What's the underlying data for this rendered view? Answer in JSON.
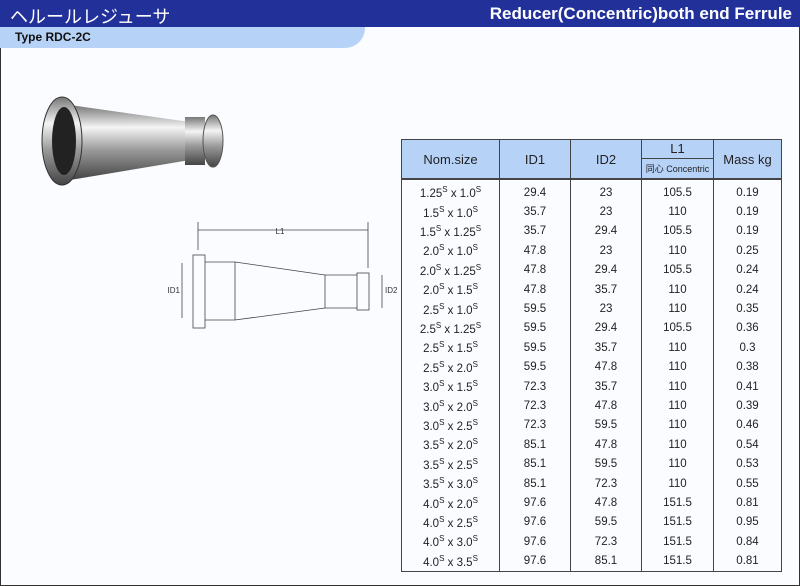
{
  "header": {
    "title_jp": "ヘルールレジューサ",
    "title_en": "Reducer(Concentric)both end Ferrule",
    "type": "Type RDC-2C"
  },
  "drawing": {
    "l1": "L1",
    "id1": "ID1",
    "id2": "ID2"
  },
  "table": {
    "columns": [
      "Nom.size",
      "ID1",
      "ID2",
      "L1",
      "同心 Concentric",
      "Mass kg"
    ],
    "rows": [
      {
        "a": "1.25",
        "b": "1.0",
        "id1": "29.4",
        "id2": "23",
        "l1": "105.5",
        "mass": "0.19"
      },
      {
        "a": "1.5",
        "b": "1.0",
        "id1": "35.7",
        "id2": "23",
        "l1": "110",
        "mass": "0.19"
      },
      {
        "a": "1.5",
        "b": "1.25",
        "id1": "35.7",
        "id2": "29.4",
        "l1": "105.5",
        "mass": "0.19"
      },
      {
        "a": "2.0",
        "b": "1.0",
        "id1": "47.8",
        "id2": "23",
        "l1": "110",
        "mass": "0.25"
      },
      {
        "a": "2.0",
        "b": "1.25",
        "id1": "47.8",
        "id2": "29.4",
        "l1": "105.5",
        "mass": "0.24"
      },
      {
        "a": "2.0",
        "b": "1.5",
        "id1": "47.8",
        "id2": "35.7",
        "l1": "110",
        "mass": "0.24"
      },
      {
        "a": "2.5",
        "b": "1.0",
        "id1": "59.5",
        "id2": "23",
        "l1": "110",
        "mass": "0.35"
      },
      {
        "a": "2.5",
        "b": "1.25",
        "id1": "59.5",
        "id2": "29.4",
        "l1": "105.5",
        "mass": "0.36"
      },
      {
        "a": "2.5",
        "b": "1.5",
        "id1": "59.5",
        "id2": "35.7",
        "l1": "110",
        "mass": "0.3"
      },
      {
        "a": "2.5",
        "b": "2.0",
        "id1": "59.5",
        "id2": "47.8",
        "l1": "110",
        "mass": "0.38"
      },
      {
        "a": "3.0",
        "b": "1.5",
        "id1": "72.3",
        "id2": "35.7",
        "l1": "110",
        "mass": "0.41"
      },
      {
        "a": "3.0",
        "b": "2.0",
        "id1": "72.3",
        "id2": "47.8",
        "l1": "110",
        "mass": "0.39"
      },
      {
        "a": "3.0",
        "b": "2.5",
        "id1": "72.3",
        "id2": "59.5",
        "l1": "110",
        "mass": "0.46"
      },
      {
        "a": "3.5",
        "b": "2.0",
        "id1": "85.1",
        "id2": "47.8",
        "l1": "110",
        "mass": "0.54"
      },
      {
        "a": "3.5",
        "b": "2.5",
        "id1": "85.1",
        "id2": "59.5",
        "l1": "110",
        "mass": "0.53"
      },
      {
        "a": "3.5",
        "b": "3.0",
        "id1": "85.1",
        "id2": "72.3",
        "l1": "110",
        "mass": "0.55"
      },
      {
        "a": "4.0",
        "b": "2.0",
        "id1": "97.6",
        "id2": "47.8",
        "l1": "151.5",
        "mass": "0.81"
      },
      {
        "a": "4.0",
        "b": "2.5",
        "id1": "97.6",
        "id2": "59.5",
        "l1": "151.5",
        "mass": "0.95"
      },
      {
        "a": "4.0",
        "b": "3.0",
        "id1": "97.6",
        "id2": "72.3",
        "l1": "151.5",
        "mass": "0.84"
      },
      {
        "a": "4.0",
        "b": "3.5",
        "id1": "97.6",
        "id2": "85.1",
        "l1": "151.5",
        "mass": "0.81"
      }
    ],
    "sup": "S",
    "times": "x"
  }
}
